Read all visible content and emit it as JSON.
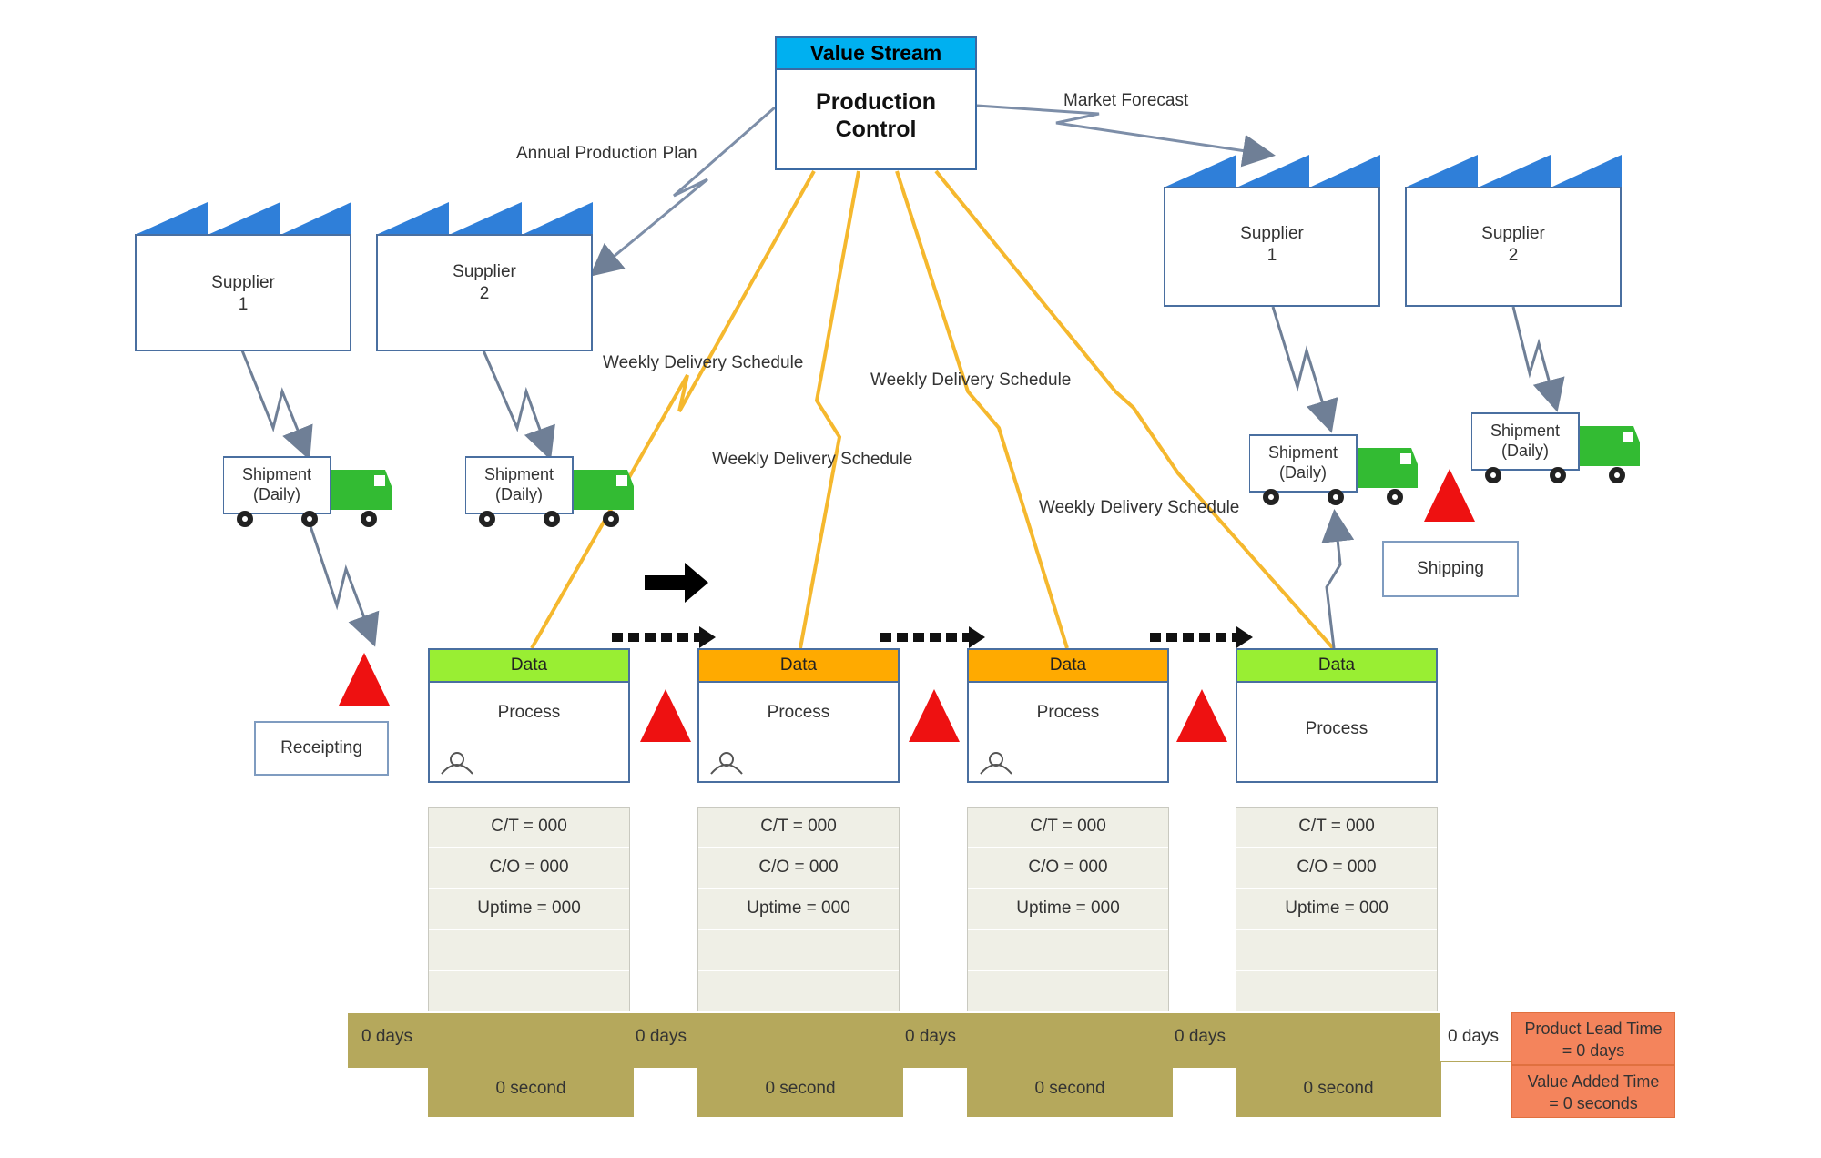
{
  "production_control": {
    "header": "Value Stream",
    "title_line1": "Production",
    "title_line2": "Control"
  },
  "info_labels": {
    "annual_plan": "Annual Production Plan",
    "market_forecast": "Market Forecast",
    "weekly_1": "Weekly Delivery Schedule",
    "weekly_2": "Weekly Delivery Schedule",
    "weekly_3": "Weekly Delivery Schedule",
    "weekly_4": "Weekly Delivery Schedule"
  },
  "suppliers": [
    {
      "line1": "Supplier",
      "line2": "1"
    },
    {
      "line1": "Supplier",
      "line2": "2"
    },
    {
      "line1": "Supplier",
      "line2": "1"
    },
    {
      "line1": "Supplier",
      "line2": "2"
    }
  ],
  "shipments": [
    {
      "line1": "Shipment",
      "line2": "(Daily)"
    },
    {
      "line1": "Shipment",
      "line2": "(Daily)"
    },
    {
      "line1": "Shipment",
      "line2": "(Daily)"
    },
    {
      "line1": "Shipment",
      "line2": "(Daily)"
    }
  ],
  "receipting_label": "Receipting",
  "shipping_label": "Shipping",
  "processes": [
    {
      "header": "Data",
      "name": "Process",
      "header_color": "#99ee33"
    },
    {
      "header": "Data",
      "name": "Process",
      "header_color": "#ffaa00"
    },
    {
      "header": "Data",
      "name": "Process",
      "header_color": "#ffaa00"
    },
    {
      "header": "Data",
      "name": "Process",
      "header_color": "#99ee33"
    }
  ],
  "data_boxes": [
    [
      "C/T = 000",
      "C/O = 000",
      "Uptime = 000",
      "",
      ""
    ],
    [
      "C/T = 000",
      "C/O = 000",
      "Uptime = 000",
      "",
      ""
    ],
    [
      "C/T = 000",
      "C/O = 000",
      "Uptime = 000",
      "",
      ""
    ],
    [
      "C/T = 000",
      "C/O = 000",
      "Uptime = 000",
      "",
      ""
    ]
  ],
  "timeline": {
    "days": [
      "0 days",
      "0 days",
      "0 days",
      "0 days",
      "0 days"
    ],
    "seconds": [
      "0 second",
      "0 second",
      "0 second",
      "0 second"
    ]
  },
  "summary": {
    "lead_time_line1": "Product Lead Time",
    "lead_time_line2": "= 0 days",
    "value_added_line1": "Value Added Time",
    "value_added_line2": "= 0 seconds"
  },
  "colors": {
    "factory_blue": "#2f7fd9",
    "truck_green": "#33bb33",
    "inventory_red": "#ee1111",
    "lightning": "#f5b82e",
    "timeline": "#b5a85c",
    "summary": "#f4845c"
  }
}
